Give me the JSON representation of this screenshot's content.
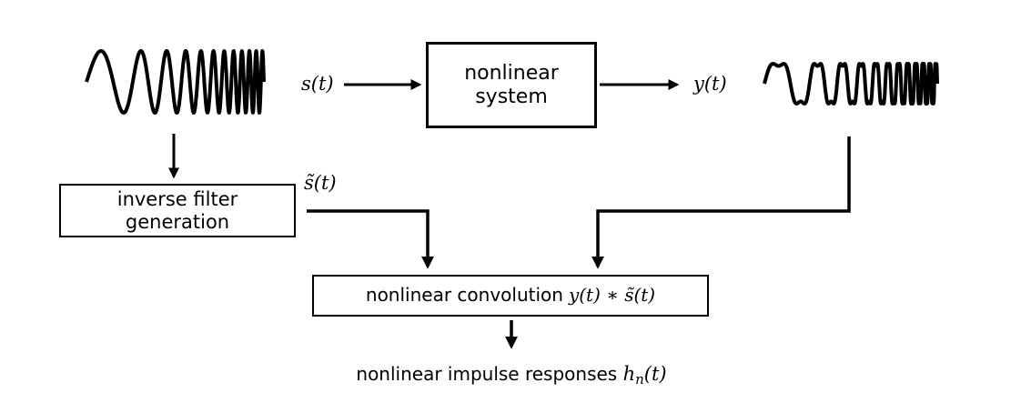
{
  "diagram": {
    "signals": {
      "input": "s(t)",
      "output": "y(t)",
      "inverse": "s̃(t)"
    },
    "boxes": {
      "nonlinear_system": {
        "line1": "nonlinear",
        "line2": "system"
      },
      "inverse_filter": {
        "line1": "inverse filter",
        "line2": "generation"
      },
      "convolution": {
        "text": "nonlinear convolution",
        "math": "y(t) ∗ s̃(t)"
      }
    },
    "result": {
      "text": "nonlinear impulse responses",
      "math_base": "h",
      "math_sub": "n",
      "math_suffix": "(t)"
    },
    "icons": {
      "input_waveform": "rising-frequency sine sweep (chirp)",
      "output_waveform": "distorted rising-frequency sweep"
    },
    "colors": {
      "foreground": "#000000",
      "background": "#ffffff"
    }
  }
}
